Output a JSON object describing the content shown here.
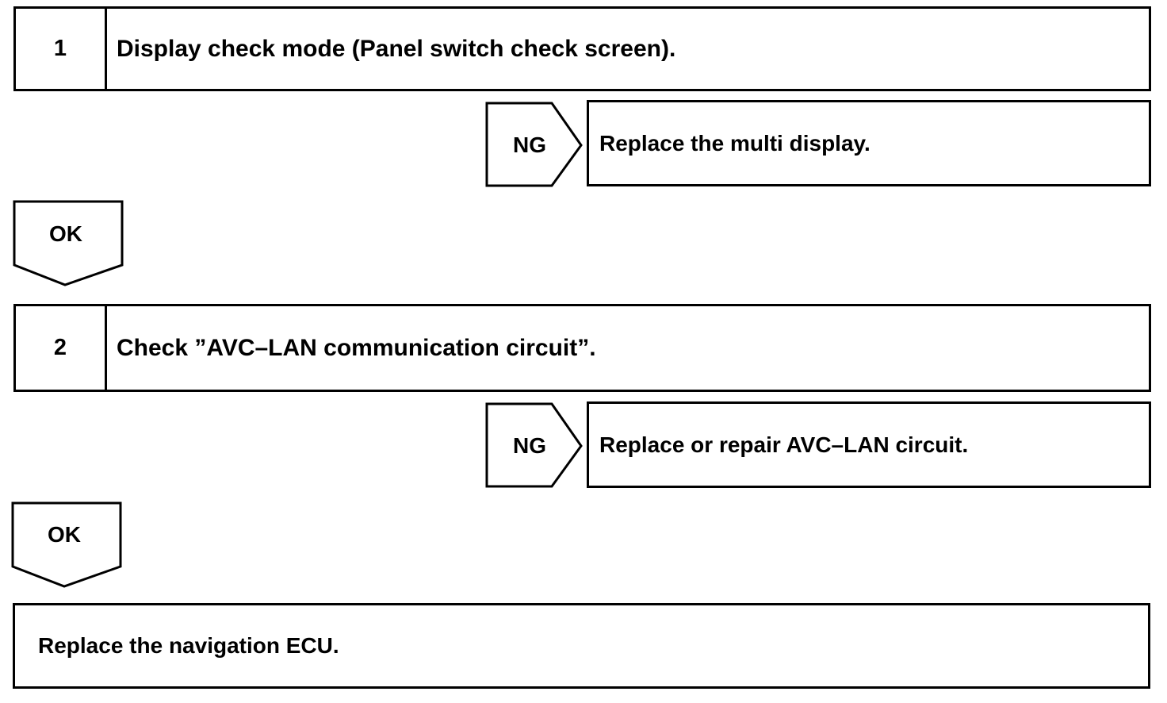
{
  "steps": [
    {
      "number": "1",
      "text": "Display check mode (Panel switch check screen).",
      "ng_label": "NG",
      "ng_action": "Replace the multi display.",
      "ok_label": "OK"
    },
    {
      "number": "2",
      "text": "Check ”AVC–LAN communication circuit”.",
      "ng_label": "NG",
      "ng_action": "Replace or repair AVC–LAN circuit.",
      "ok_label": "OK"
    }
  ],
  "final_action": "Replace the navigation ECU."
}
